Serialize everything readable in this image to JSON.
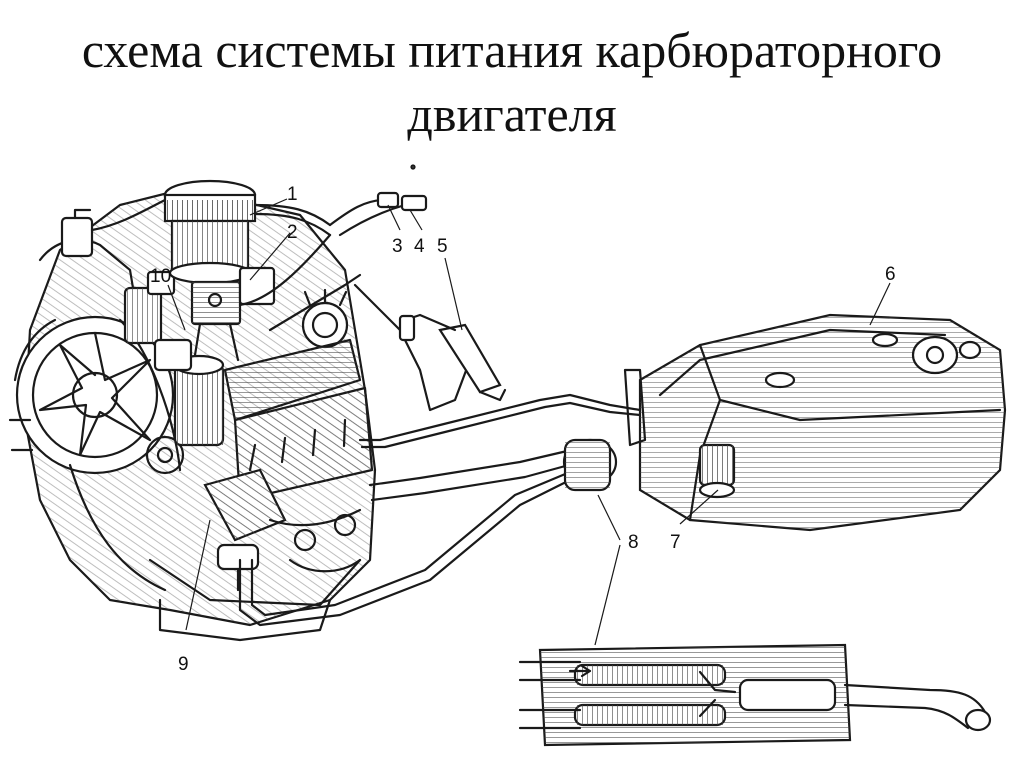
{
  "title": {
    "line1": "схема системы питания карбюраторного",
    "line2": "двигателя"
  },
  "callouts": [
    "1",
    "2",
    "3",
    "4",
    "5",
    "6",
    "7",
    "8",
    "9",
    "10"
  ]
}
